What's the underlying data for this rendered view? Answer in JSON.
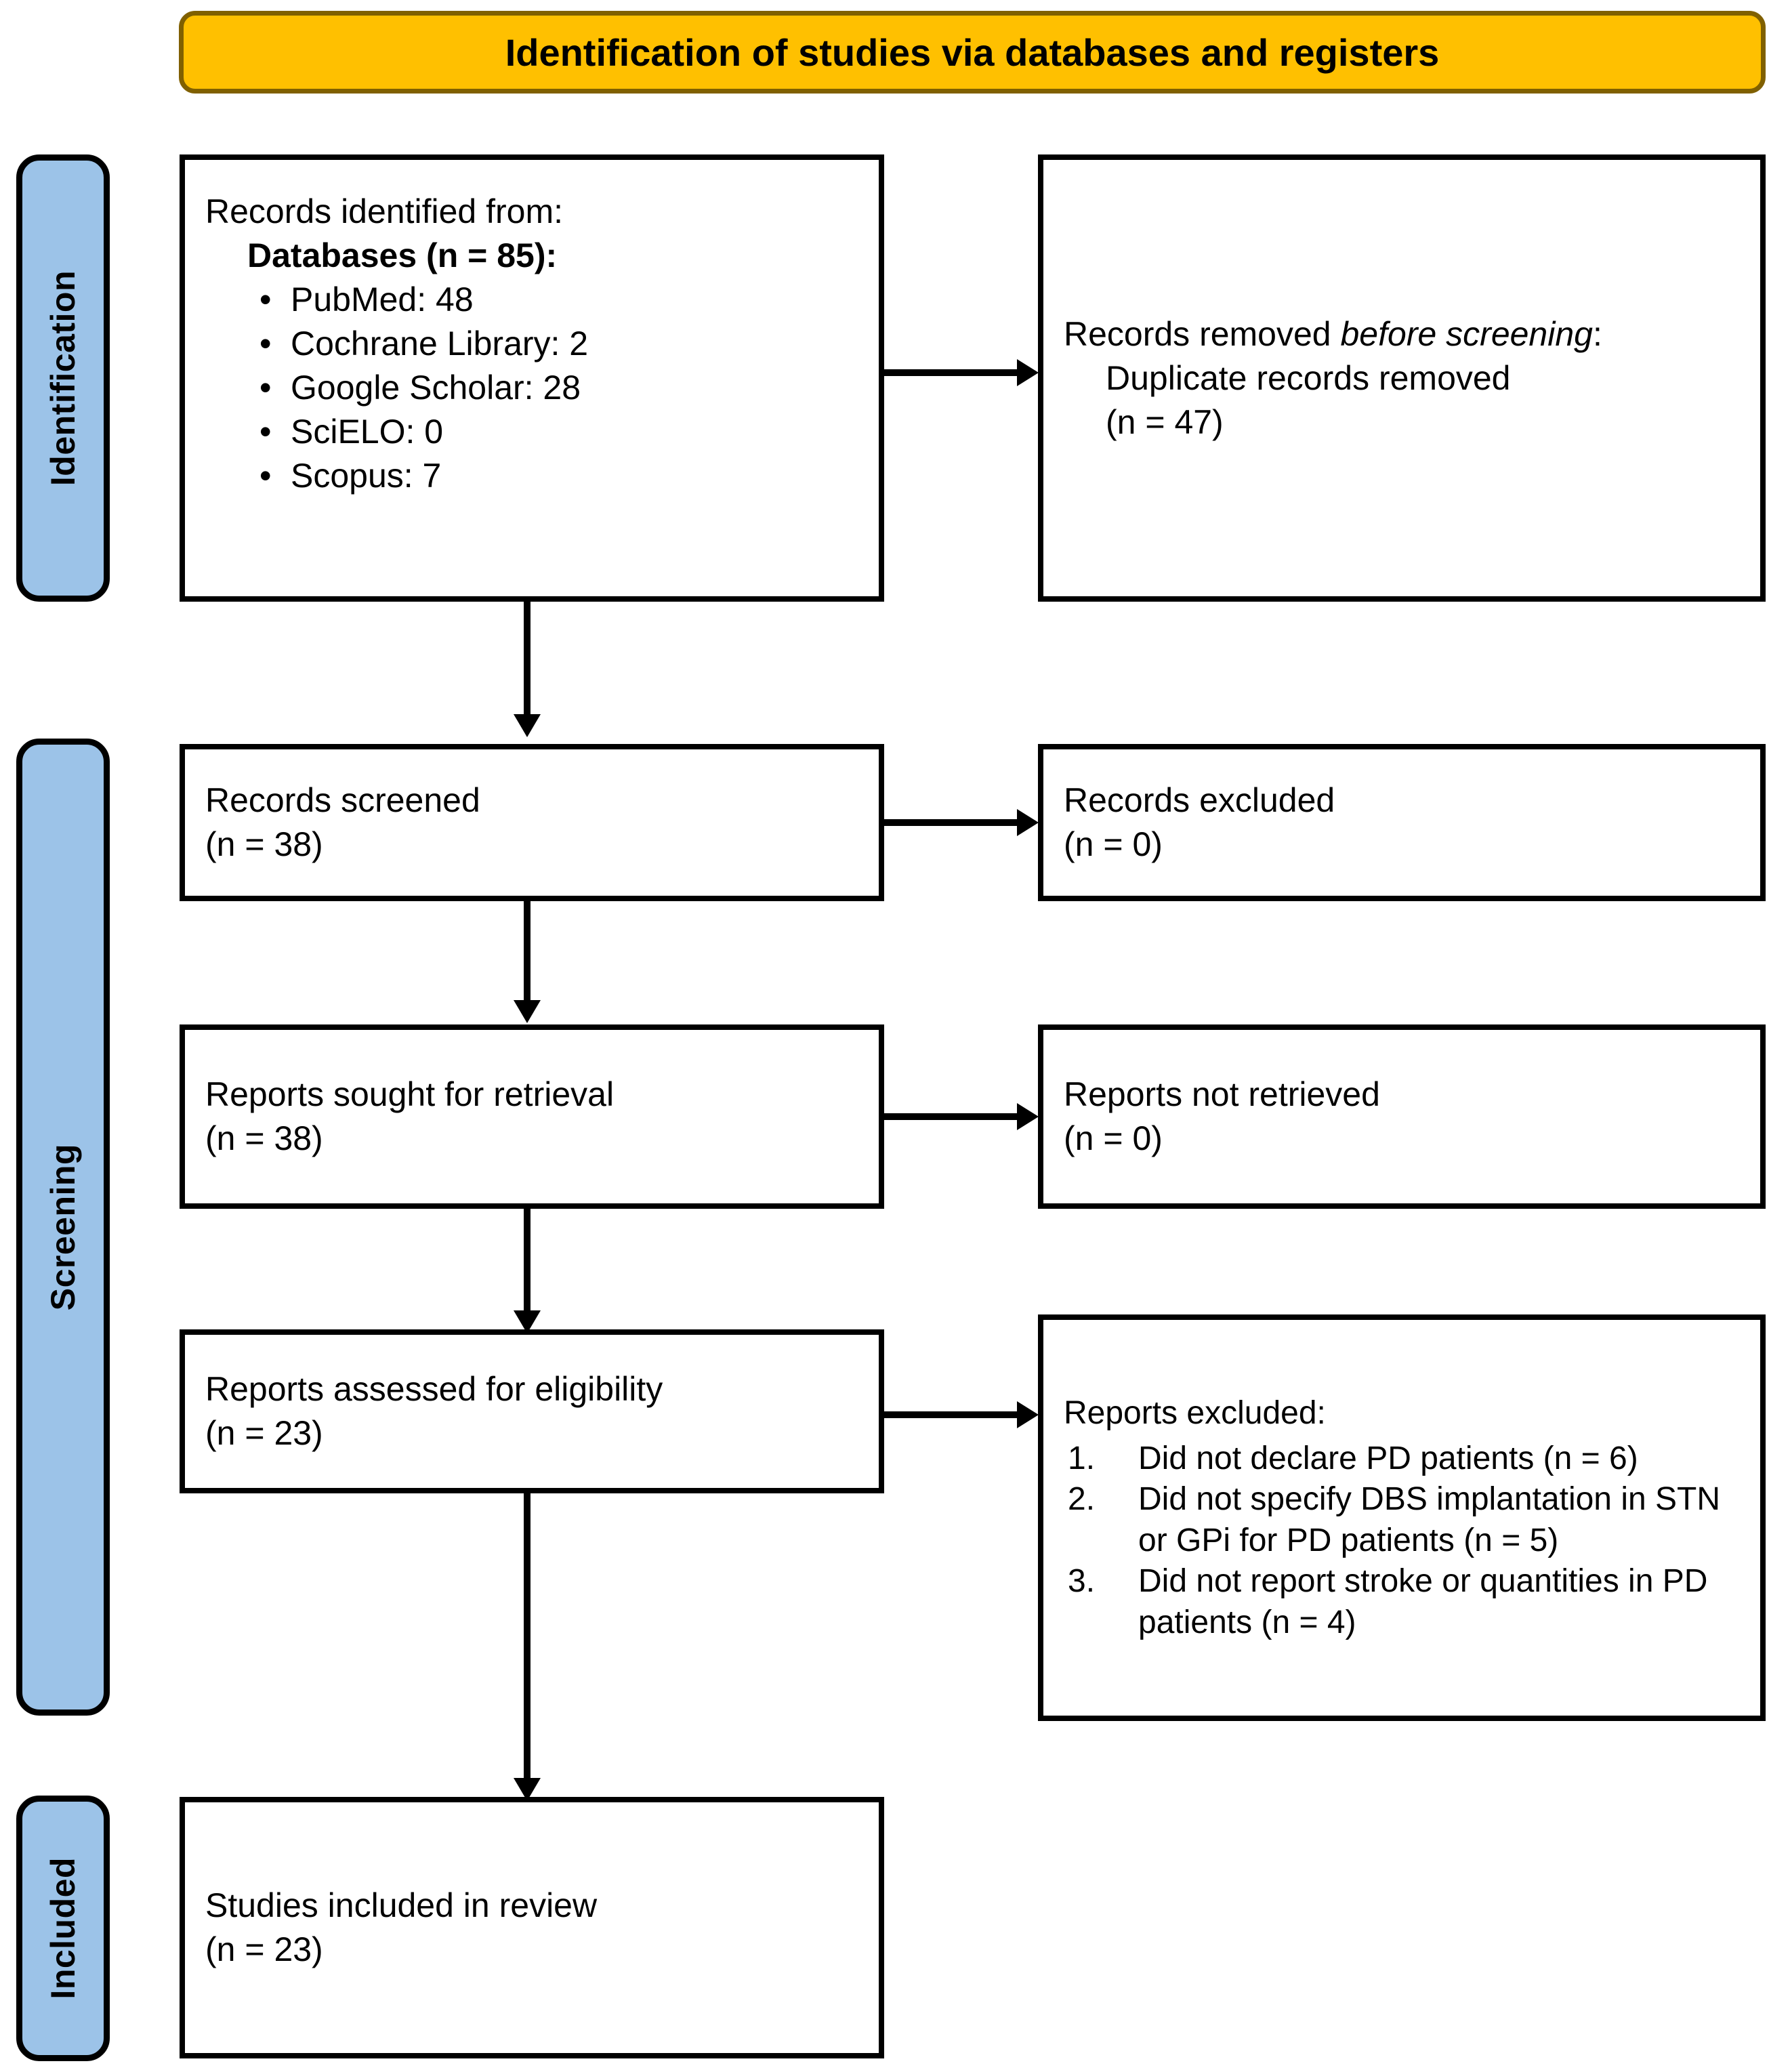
{
  "header": {
    "title": "Identification of studies via databases and registers"
  },
  "phases": [
    {
      "id": "identification",
      "label": "Identification"
    },
    {
      "id": "screening",
      "label": "Screening"
    },
    {
      "id": "included",
      "label": "Included"
    }
  ],
  "boxes": {
    "records_identified": {
      "title": "Records identified from:",
      "subtitle": "Databases (n = 85):",
      "sources": [
        "PubMed: 48",
        "Cochrane Library: 2",
        "Google Scholar: 28",
        "SciELO: 0",
        "Scopus: 7"
      ]
    },
    "records_removed": {
      "title_plain": "Records removed ",
      "title_italic": "before screening",
      "title_tail": ":",
      "detail_line1": "Duplicate records removed",
      "detail_line2": "(n = 47)"
    },
    "records_screened": {
      "label": "Records screened",
      "count": "(n = 38)"
    },
    "records_excluded": {
      "label": "Records excluded",
      "count": "(n = 0)"
    },
    "reports_sought": {
      "label": "Reports sought for retrieval",
      "count": "(n = 38)"
    },
    "reports_not_retrieved": {
      "label": "Reports not retrieved",
      "count": "(n = 0)"
    },
    "reports_assessed": {
      "label": "Reports assessed for eligibility",
      "count": "(n = 23)"
    },
    "reports_excluded": {
      "label": "Reports excluded:",
      "reasons": [
        {
          "num": "1.",
          "text": "Did not declare PD patients (n = 6)"
        },
        {
          "num": "2.",
          "text": "Did not specify DBS implantation in STN or GPi for PD patients (n = 5)"
        },
        {
          "num": "3.",
          "text": "Did not report stroke or quantities in PD patients (n = 4)"
        }
      ]
    },
    "studies_included": {
      "label": "Studies included in review",
      "count": "(n = 23)"
    }
  },
  "colors": {
    "banner_fill": "#FFC000",
    "banner_border": "#806000",
    "phase_fill": "#9CC3E8",
    "box_border": "#000000",
    "text": "#000000"
  }
}
